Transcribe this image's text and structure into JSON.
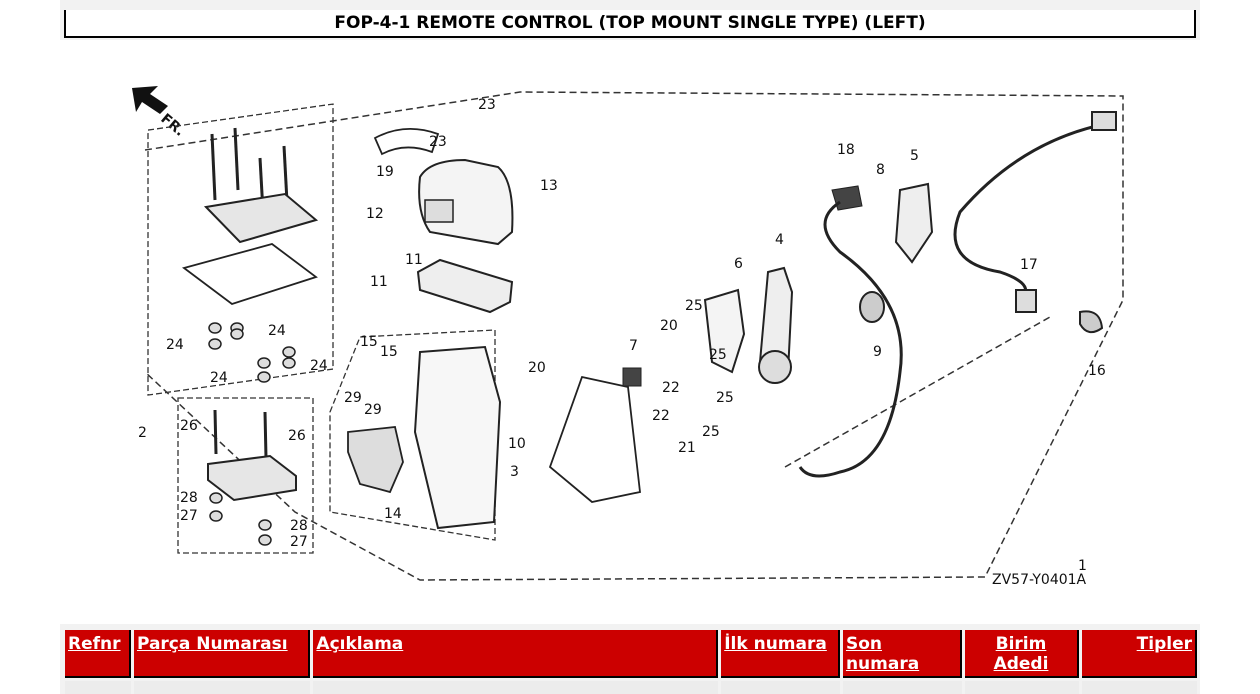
{
  "page": {
    "title": "FOP-4-1 REMOTE CONTROL (TOP MOUNT SINGLE TYPE) (LEFT)"
  },
  "diagram": {
    "direction_label": "FR.",
    "drawing_code": "ZV57-Y0401A",
    "callouts": [
      "1",
      "2",
      "3",
      "4",
      "5",
      "6",
      "7",
      "8",
      "9",
      "10",
      "11",
      "11",
      "12",
      "13",
      "14",
      "15",
      "15",
      "16",
      "17",
      "18",
      "19",
      "20",
      "20",
      "21",
      "22",
      "22",
      "23",
      "23",
      "24",
      "24",
      "24",
      "24",
      "25",
      "25",
      "25",
      "25",
      "26",
      "26",
      "27",
      "27",
      "28",
      "28",
      "29",
      "29"
    ]
  },
  "table": {
    "headers": [
      "Refnr",
      "Parça Numarası",
      "Açıklama",
      "İlk numara",
      "Son numara",
      "Birim Adedi",
      "Tipler"
    ]
  },
  "colors": {
    "header_bg": "#cc0000",
    "header_text": "#ffffff"
  }
}
